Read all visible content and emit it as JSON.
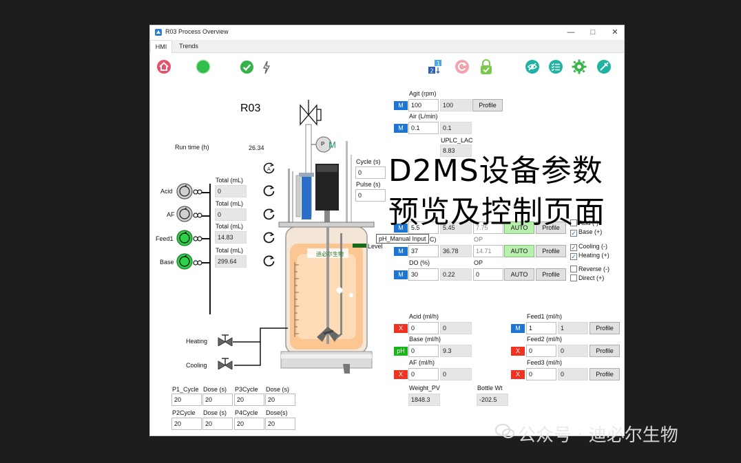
{
  "window": {
    "title": "R03 Process Overview"
  },
  "tabs": [
    {
      "label": "HMI"
    },
    {
      "label": "Trends"
    }
  ],
  "toolbar": {
    "home_icon": "home-icon",
    "status_icon": "status-dot-icon",
    "check_icon": "check-circle-icon",
    "power_icon": "lightning-icon",
    "sort_icon": "sort-icon",
    "reset_icon": "reset-icon",
    "lock_icon": "lock-icon",
    "eye_icon": "eye-off-icon",
    "list_icon": "checklist-icon",
    "gear_icon": "gear-icon",
    "syringe_icon": "syringe-icon"
  },
  "colors": {
    "accent_blue": "#1f75d6",
    "mode_off_red": "#ee3322",
    "mode_ph_green": "#18b418",
    "auto_green": "#b9f0b0"
  },
  "reactor": {
    "name": "R03",
    "run_time_label": "Run time (h)",
    "run_time_value": "26.34",
    "motor_label": "M",
    "pressure_label": "P",
    "level_label": "Level",
    "logo_text": "迪必尔生物",
    "tooltip": "pH_Manual Input"
  },
  "pumps": [
    {
      "name": "Acid",
      "total_label": "Total (mL)",
      "total": "0"
    },
    {
      "name": "AF",
      "total_label": "Total (mL)",
      "total": "0"
    },
    {
      "name": "Feed1",
      "total_label": "Total (mL)",
      "total": "14.83"
    },
    {
      "name": "Base",
      "total_label": "Total (mL)",
      "total": "299.64"
    }
  ],
  "valves": {
    "heating": "Heating",
    "cooling": "Cooling"
  },
  "pulse": {
    "cycle_label": "Cycle (s)",
    "cycle": "0",
    "pulse_label": "Pulse (s)",
    "pulse": "0"
  },
  "dose_table": {
    "rows": [
      {
        "p1_label": "P1_Cycle",
        "p1_dose_label": "Dose (s)",
        "p1": "20",
        "p1_dose": "20",
        "p3_label": "P3Cycle",
        "p3_dose_label": "Dose (s)",
        "p3": "20",
        "p3_dose": "20"
      },
      {
        "p1_label": "P2Cycle",
        "p1_dose_label": "Dose (s)",
        "p1": "20",
        "p1_dose": "20",
        "p3_label": "P4Cycle",
        "p3_dose_label": "Dose(s)",
        "p3": "20",
        "p3_dose": "20"
      }
    ]
  },
  "params": {
    "agit": {
      "label": "Agit (rpm)",
      "mode": "M",
      "sp": "100",
      "pv": "100",
      "profile": "Profile"
    },
    "air": {
      "label": "Air (L/min)",
      "mode": "M",
      "sp": "0.1",
      "pv": "0.1"
    },
    "uplc": {
      "label": "UPLC_LAC",
      "value": "8.83"
    },
    "ph": {
      "mode": "M",
      "sp": "5.5",
      "pv": "5.45",
      "op": "7.75",
      "auto": "AUTO",
      "profile": "Profile"
    },
    "temp": {
      "label_tail": "C)",
      "op_label": "OP",
      "mode": "M",
      "sp": "37",
      "pv": "36.78",
      "op": "14.71",
      "auto": "AUTO",
      "profile": "Profile"
    },
    "do": {
      "label": "DO (%)",
      "op_label": "OP",
      "mode": "M",
      "sp": "30",
      "pv": "0.22",
      "op": "0",
      "auto": "AUTO",
      "profile": "Profile"
    }
  },
  "checkboxes": {
    "acid": {
      "label": "Acid (-)",
      "checked": false
    },
    "base": {
      "label": "Base (+)",
      "checked": true
    },
    "cooling": {
      "label": "Cooling (-)",
      "checked": true
    },
    "heating": {
      "label": "Heating (+)",
      "checked": true
    },
    "reverse": {
      "label": "Reverse (-)",
      "checked": false
    },
    "direct": {
      "label": "Direct (+)",
      "checked": false
    }
  },
  "flows": {
    "acid": {
      "label": "Acid (ml/h)",
      "mode": "X",
      "sp": "0",
      "pv": "0"
    },
    "base": {
      "label": "Base (ml/h)",
      "mode": "pH",
      "sp": "0",
      "pv": "9.3"
    },
    "af": {
      "label": "AF (ml/h)",
      "mode": "X",
      "sp": "0",
      "pv": "0"
    },
    "feed1": {
      "label": "Feed1 (ml/h)",
      "mode": "M",
      "sp": "1",
      "pv": "1",
      "profile": "Profile"
    },
    "feed2": {
      "label": "Feed2 (ml/h)",
      "mode": "X",
      "sp": "0",
      "pv": "0",
      "profile": "Profile"
    },
    "feed3": {
      "label": "Feed3 (ml/h)",
      "mode": "X",
      "sp": "0",
      "pv": "0",
      "profile": "Profile"
    }
  },
  "weights": {
    "weight_label": "Weight_PV",
    "weight": "1848.3",
    "bottle_label": "Bottle Wt",
    "bottle": "-202.5"
  },
  "overlay": {
    "line1": "D2MS设备参数",
    "line2": "预览及控制页面"
  },
  "watermark": {
    "text": "公众号 · 迪必尔生物"
  }
}
